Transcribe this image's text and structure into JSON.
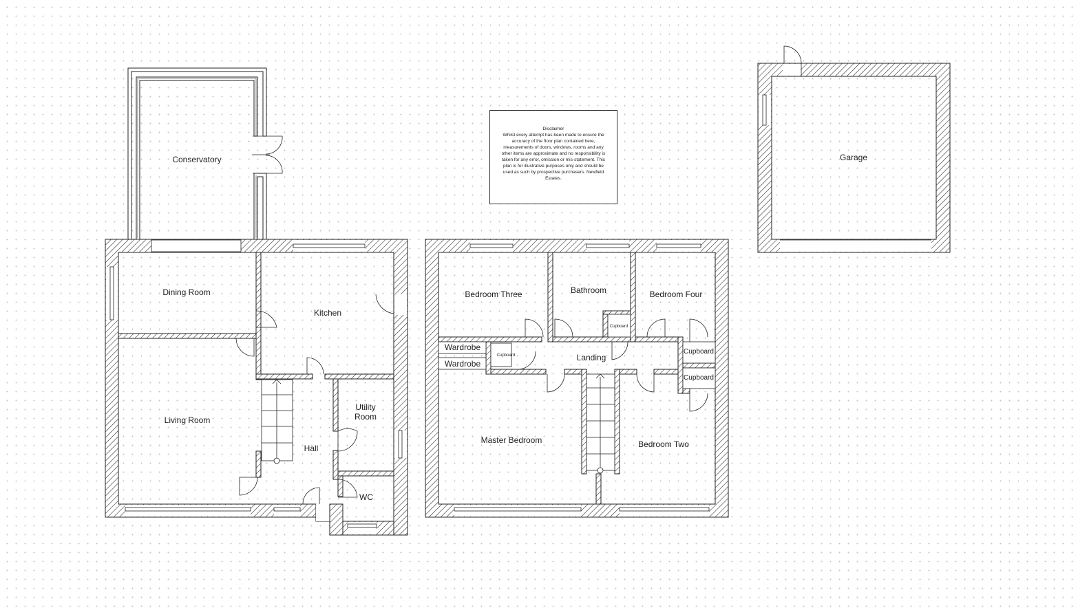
{
  "ground_floor": {
    "conservatory": "Conservatory",
    "dining_room": "Dining Room",
    "kitchen": "Kitchen",
    "living_room": "Living Room",
    "utility_room_line1": "Utility",
    "utility_room_line2": "Room",
    "hall": "Hall",
    "wc": "WC"
  },
  "first_floor": {
    "bedroom_three": "Bedroom Three",
    "bathroom": "Bathroom",
    "bedroom_four": "Bedroom Four",
    "wardrobe_1": "Wardrobe",
    "wardrobe_2": "Wardrobe",
    "cupboard_small_1": "Cupboard",
    "cupboard_small_2": "Cupboard",
    "landing": "Landing",
    "cupboard_1": "Cupboard",
    "cupboard_2": "Cupboard",
    "master_bedroom": "Master Bedroom",
    "bedroom_two": "Bedroom Two"
  },
  "garage": {
    "label": "Garage"
  },
  "disclaimer": {
    "title": "Disclaimer",
    "body": "Whilst every attempt has been made to ensure the accuracy of the floor plan contained here, measurements of doors, windows, rooms and any other items are approximate and no responsibility is taken for any error, omission or mis-statement. This plan is for illustrative purposes only and should be used as such by prospective purchasers. Newfield Estates."
  }
}
